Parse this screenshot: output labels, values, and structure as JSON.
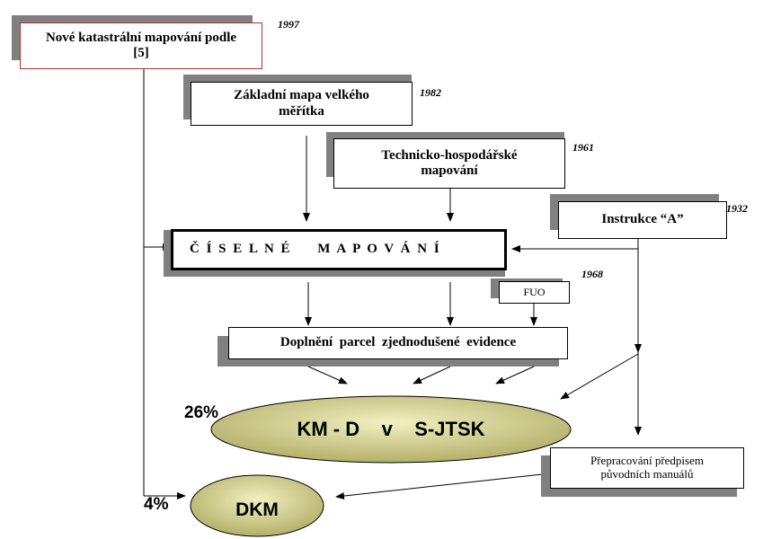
{
  "boxes": {
    "nove_katastralni": "Nové  katastrální  mapování podle  [5]",
    "zakladni_mapa": "Základní  mapa velkého měřítka",
    "technicko_hospodarske": "Technicko-hospodářské mapování",
    "instrukce_a": "Instrukce “A”",
    "ciselne_mapovani": "Č Í S E L N É     M A P O V Á N Í",
    "fuo": "FUO",
    "doplneni": "Doplnění  parcel  zjednodušené  evidence",
    "prepracovani": "Přepracování předpisem původních  manuálů"
  },
  "years": {
    "y1997": "1997",
    "y1982": "1982",
    "y1961": "1961",
    "y1932": "1932",
    "y1968": "1968"
  },
  "ellipses": {
    "km_d": "KM - D    v    S-JTSK",
    "dkm": "DKM"
  },
  "percentages": {
    "km_d": "26%",
    "dkm": "4%"
  },
  "colors": {
    "ellipse_fill_light": "#f2f0c0",
    "ellipse_fill_dark": "#b3b06a",
    "shadow": "#808080",
    "red_border": "#b03030"
  }
}
